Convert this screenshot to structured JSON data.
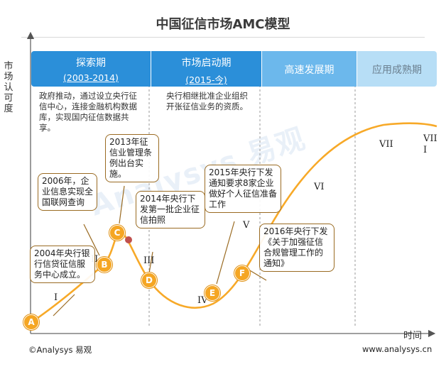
{
  "title": "中国征信市场AMC模型",
  "y_axis_label": "市场认可度",
  "x_axis_label": "时间",
  "phases": [
    {
      "name": "探索期",
      "period": "(2003-2014)"
    },
    {
      "name": "市场启动期",
      "period": "(2015-今)"
    },
    {
      "name": "高速发展期",
      "period": ""
    },
    {
      "name": "应用成熟期",
      "period": ""
    }
  ],
  "phase_descriptions": [
    "政府推动，通过设立央行征信中心，连接金融机构数据库，实现国内征信数据共享。",
    "央行相继批准企业组织开张征信业务的资质。"
  ],
  "markers": [
    {
      "letter": "A",
      "event": "2004年央行银行信贷征信服务中心成立。"
    },
    {
      "letter": "B",
      "event": "2006年，企业信息实现全国联网查询"
    },
    {
      "letter": "C",
      "event": "2013年征信业管理条例出台实施。"
    },
    {
      "letter": "D",
      "event": "2014年央行下发第一批企业征信拍照"
    },
    {
      "letter": "E",
      "event": "2015年央行下发通知要求8家企业做好个人征信准备工作"
    },
    {
      "letter": "F",
      "event": "2016年央行下发《关于加强征信合规管理工作的通知》"
    }
  ],
  "stages": [
    "I",
    "II",
    "III",
    "IV",
    "V",
    "VI",
    "VII",
    "VIII"
  ],
  "footer": {
    "left": "©Analysys 易观",
    "right": "www.analysys.cn"
  },
  "watermark": "Analysys 易观",
  "colors": {
    "phase_dark": "#2b8fd9",
    "phase_light": "#9fd3f4",
    "curve": "#f7a928",
    "marker": "#f5a623",
    "callout_border": "#9a6b22"
  }
}
